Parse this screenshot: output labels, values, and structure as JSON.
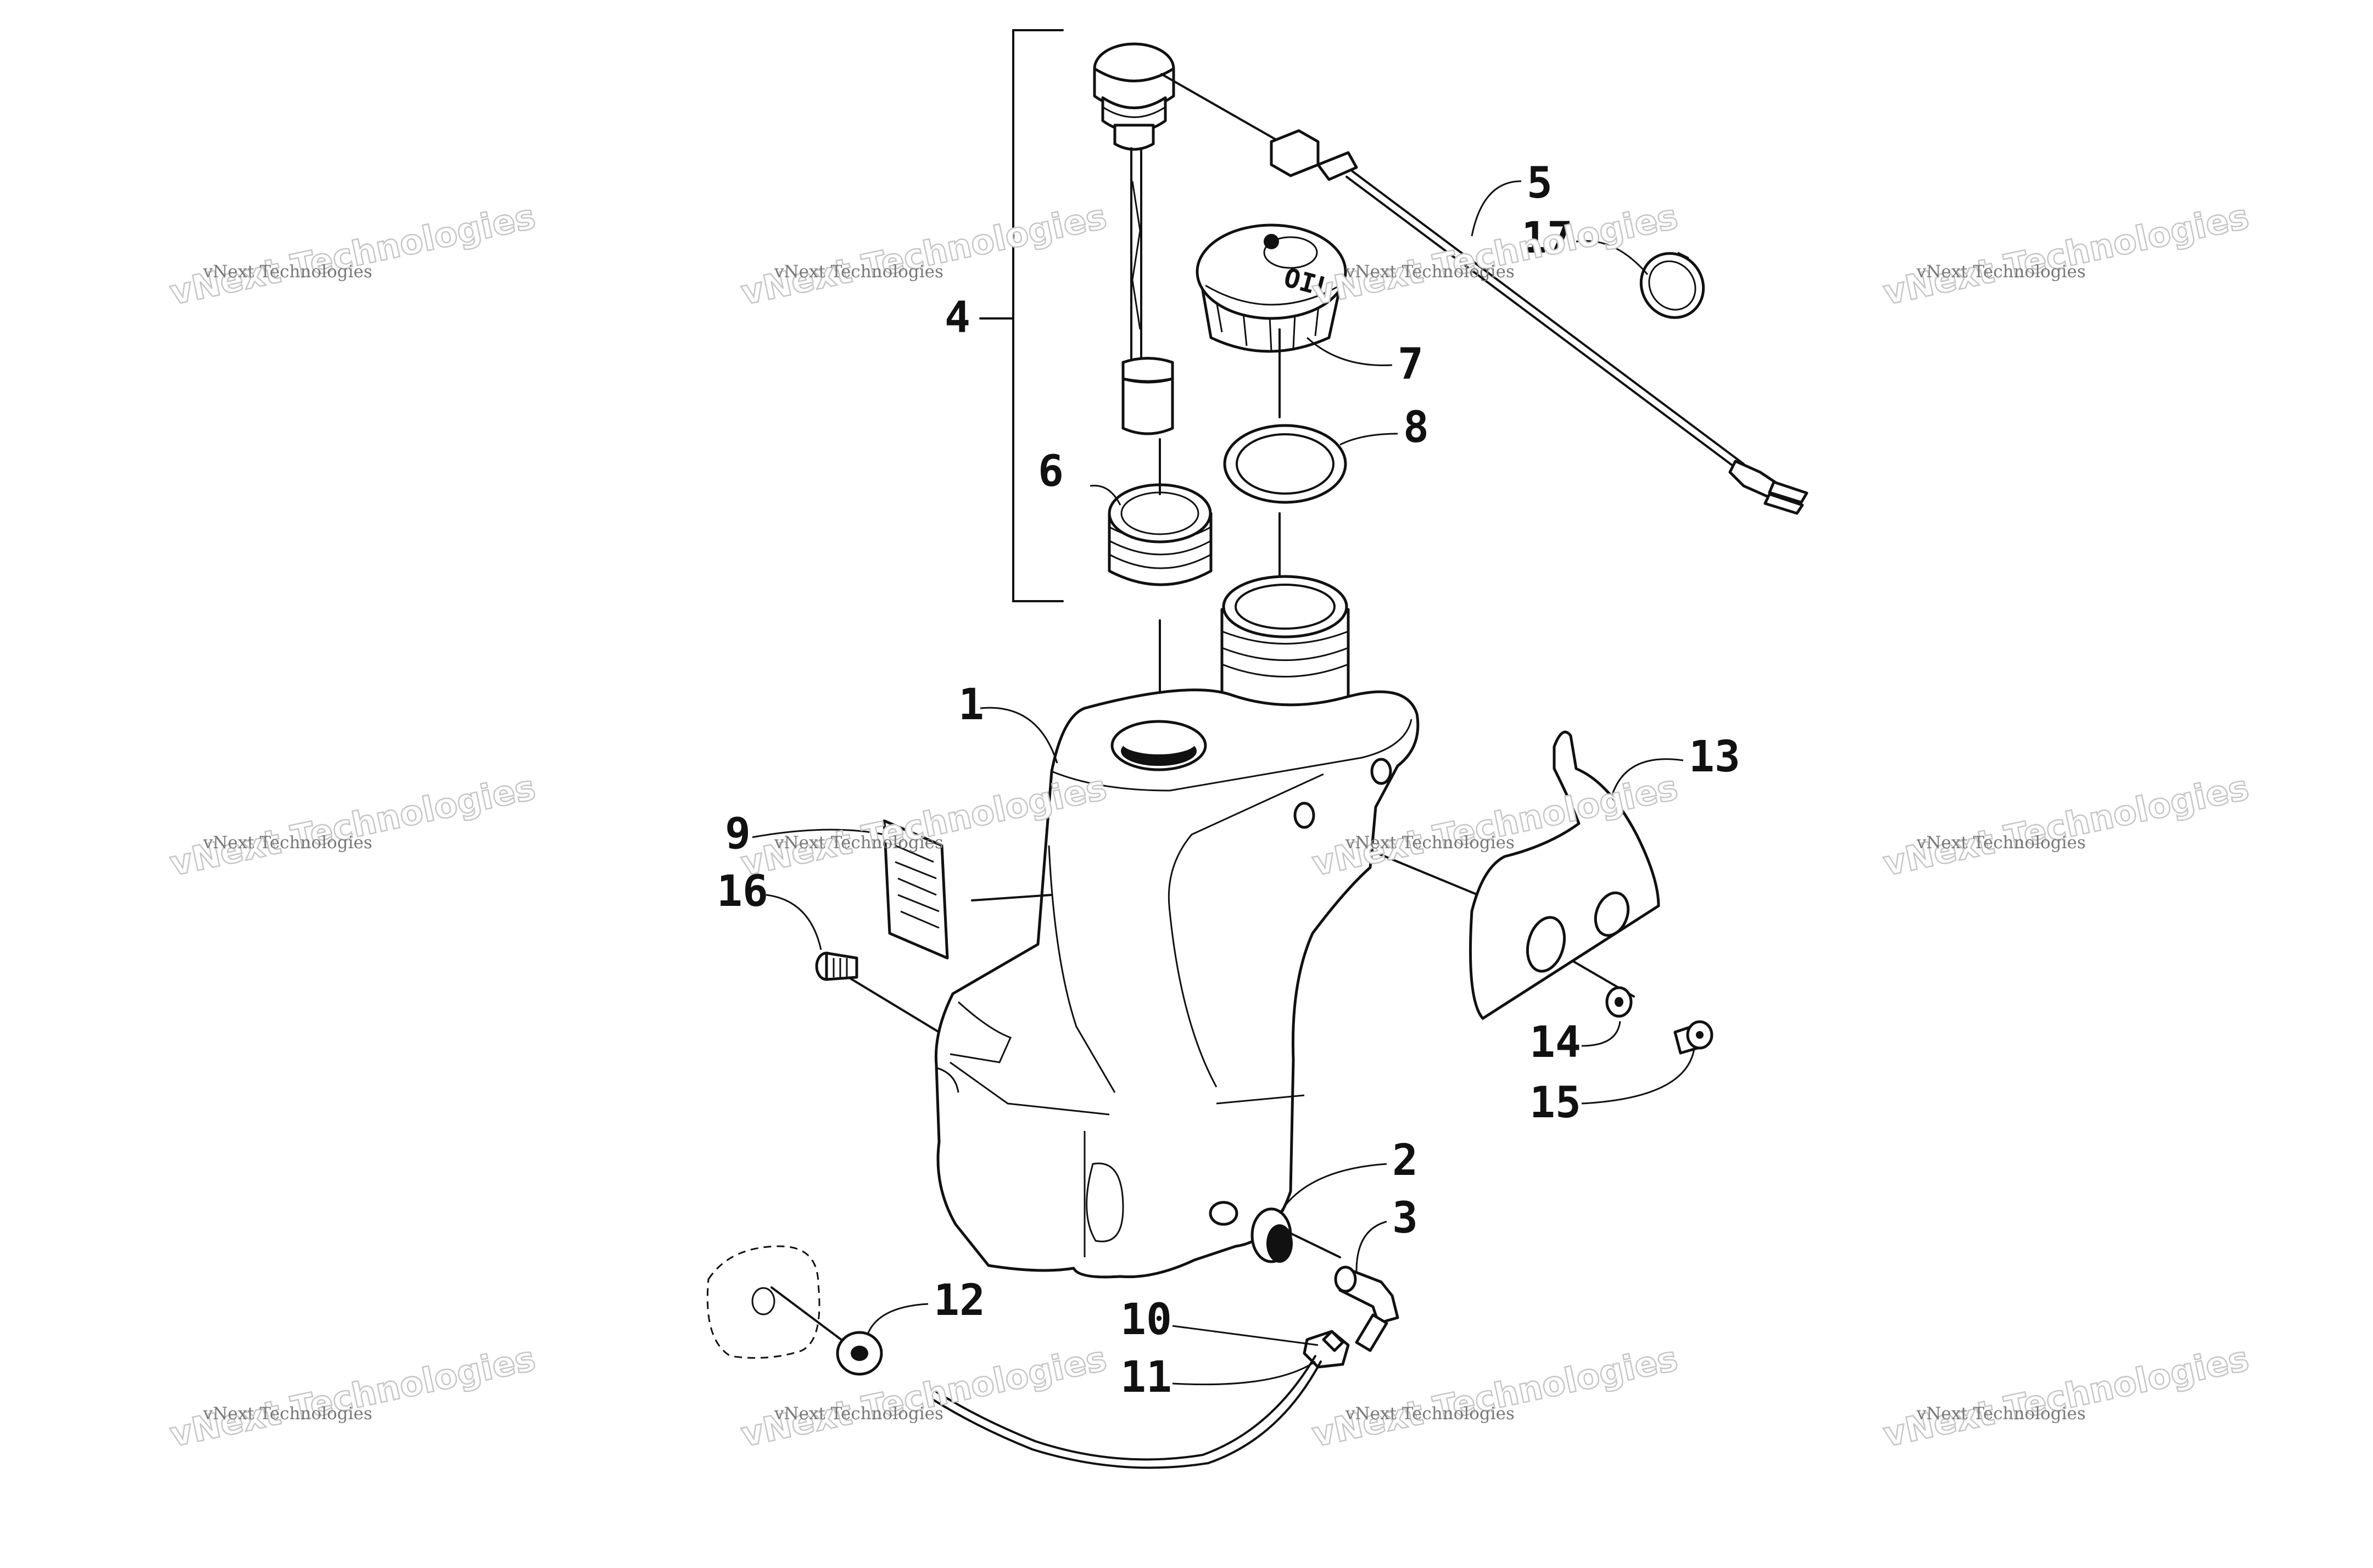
{
  "diagram": {
    "callouts": {
      "c1": "1",
      "c2": "2",
      "c3": "3",
      "c4": "4",
      "c5": "5",
      "c6": "6",
      "c7": "7",
      "c8": "8",
      "c9": "9",
      "c10": "10",
      "c11": "11",
      "c12": "12",
      "c13": "13",
      "c14": "14",
      "c15": "15",
      "c16": "16",
      "c17": "17"
    },
    "cap_marking": "OIL"
  },
  "watermark": {
    "small": "vNext Technologies",
    "big": "vNext Technologies"
  }
}
